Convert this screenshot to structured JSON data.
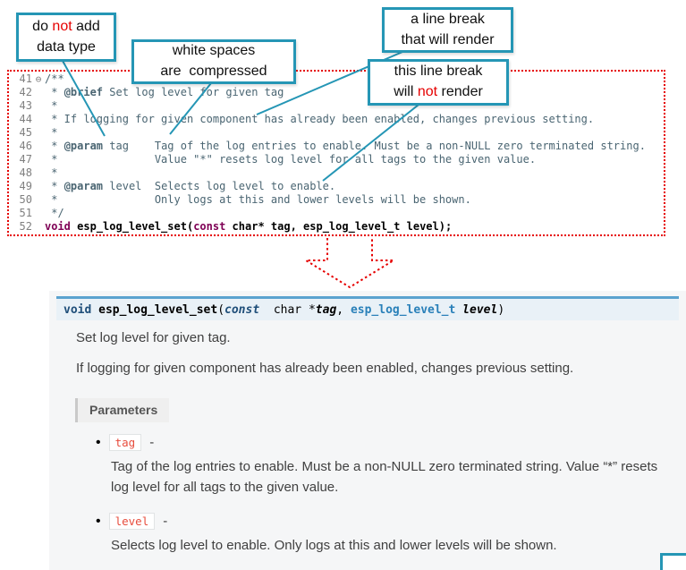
{
  "colors": {
    "accent_teal": "#2596b5",
    "alert_red": "#e60000",
    "code_keyword": "#7f0055",
    "code_comment": "#4a6572",
    "line_number": "#808080",
    "signature_border": "#5ba3cf",
    "signature_bg": "#e9f1f7",
    "signature_keyword": "#1f4e79",
    "type_link": "#2980b9",
    "literal_red": "#e74c3c",
    "body_text": "#404040",
    "panel_bg": "#f5f6f7"
  },
  "callouts": {
    "box1": {
      "l1a": "do ",
      "l1b": "not",
      "l1c": " add",
      "l2": "data type"
    },
    "box2": {
      "l1": "white spaces",
      "l2": "are  compressed"
    },
    "box3": {
      "l1": "a line break",
      "l2": "that will render"
    },
    "box4": {
      "l1": "this line break",
      "l2a": "will ",
      "l2b": "not",
      "l2c": " render"
    }
  },
  "code": {
    "lines": [
      {
        "num": "41",
        "fold": "⊖",
        "seg": [
          {
            "t": "/**",
            "c": "cm"
          }
        ]
      },
      {
        "num": "42",
        "seg": [
          {
            "t": " * ",
            "c": "cm"
          },
          {
            "t": "@brief",
            "c": "tag"
          },
          {
            "t": " Set log level for given tag",
            "c": "cm"
          }
        ]
      },
      {
        "num": "43",
        "seg": [
          {
            "t": " *",
            "c": "cm"
          }
        ]
      },
      {
        "num": "44",
        "seg": [
          {
            "t": " * If logging for given component has already been enabled, changes previous setting.",
            "c": "cm"
          }
        ]
      },
      {
        "num": "45",
        "seg": [
          {
            "t": " *",
            "c": "cm"
          }
        ]
      },
      {
        "num": "46",
        "seg": [
          {
            "t": " * ",
            "c": "cm"
          },
          {
            "t": "@param",
            "c": "tag"
          },
          {
            "t": " tag    Tag of the log entries to enable. Must be a non-NULL zero terminated string.",
            "c": "cm"
          }
        ]
      },
      {
        "num": "47",
        "seg": [
          {
            "t": " *               Value \"*\" resets log level for all tags to the given value.",
            "c": "cm"
          }
        ]
      },
      {
        "num": "48",
        "seg": [
          {
            "t": " *",
            "c": "cm"
          }
        ]
      },
      {
        "num": "49",
        "seg": [
          {
            "t": " * ",
            "c": "cm"
          },
          {
            "t": "@param",
            "c": "tag"
          },
          {
            "t": " level  Selects log level to enable.",
            "c": "cm"
          }
        ]
      },
      {
        "num": "50",
        "seg": [
          {
            "t": " *               Only logs at this and lower levels will be shown.",
            "c": "cm"
          }
        ]
      },
      {
        "num": "51",
        "seg": [
          {
            "t": " */",
            "c": "cm"
          }
        ]
      },
      {
        "num": "52",
        "seg": [
          {
            "t": "void",
            "c": "kw"
          },
          {
            "t": " ",
            "c": "pl"
          },
          {
            "t": "esp_log_level_set",
            "c": "fn"
          },
          {
            "t": "(",
            "c": "pl"
          },
          {
            "t": "const",
            "c": "kw"
          },
          {
            "t": " char* tag, esp_log_level_t level);",
            "c": "pl"
          }
        ]
      }
    ]
  },
  "signature": {
    "kw_void": "void",
    "sp1": " ",
    "name": "esp_log_level_set",
    "open": "(",
    "kw_const": "const",
    "mid": "  char *",
    "param1": "tag",
    "comma": ", ",
    "type": "esp_log_level_t",
    "sp2": " ",
    "param2": "level",
    "close": ")"
  },
  "doc": {
    "brief": "Set log level for given tag.",
    "detail": "If logging for given component has already been enabled, changes previous setting.",
    "parameters_label": "Parameters",
    "bullet": "•",
    "params": [
      {
        "name": "tag",
        "sep": "-",
        "desc": "Tag of the log entries to enable. Must be a non-NULL zero terminated string. Value “*” resets log level for all tags to the given value."
      },
      {
        "name": "level",
        "sep": "-",
        "desc": "Selects log level to enable. Only logs at this and lower levels will be shown."
      }
    ]
  }
}
